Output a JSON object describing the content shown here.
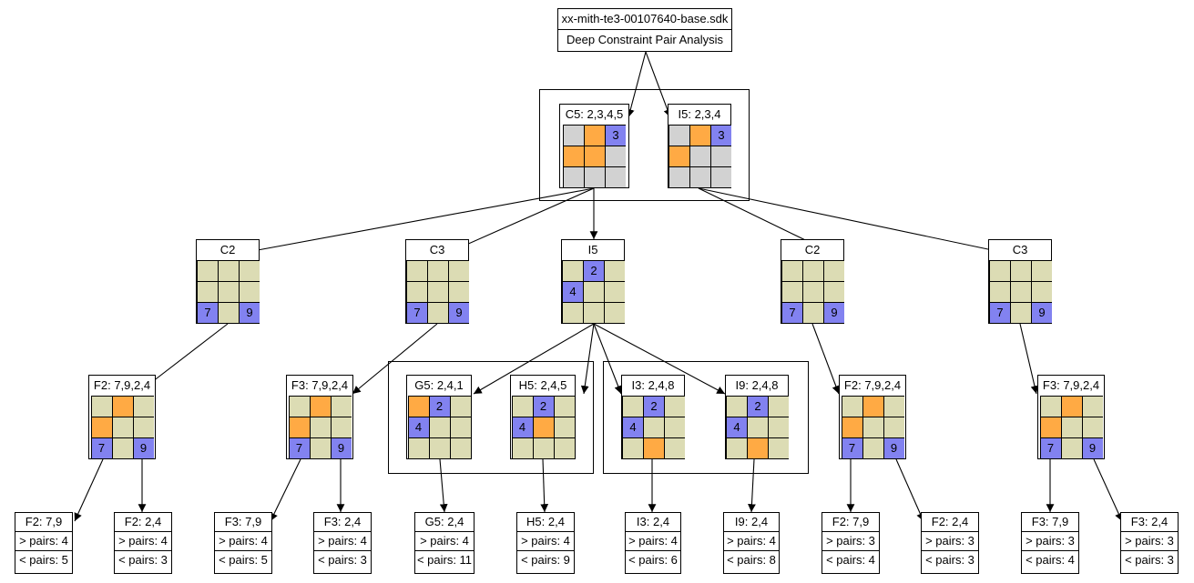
{
  "root": {
    "filename": "xx-mith-te3-00107640-base.sdk",
    "subtitle": "Deep Constraint Pair Analysis"
  },
  "colors": {
    "khaki": "#dcdcb4",
    "gray": "#d2d2d2",
    "blue": "#8282f0",
    "orange": "#ffaa44"
  },
  "level1": [
    {
      "title": "C5: 2,3,4,5",
      "cells": [
        "g",
        "o",
        "b:3",
        "o",
        "o",
        "g",
        "g",
        "g",
        "g"
      ]
    },
    {
      "title": "I5: 2,3,4",
      "cells": [
        "g",
        "o",
        "b:3",
        "o",
        "g",
        "g",
        "g",
        "g",
        "g"
      ]
    }
  ],
  "level2": [
    {
      "title": "C2",
      "cells": [
        "k",
        "k",
        "k",
        "k",
        "k",
        "k",
        "b:7",
        "k",
        "b:9"
      ]
    },
    {
      "title": "C3",
      "cells": [
        "k",
        "k",
        "k",
        "k",
        "k",
        "k",
        "b:7",
        "k",
        "b:9"
      ]
    },
    {
      "title": "I5",
      "cells": [
        "k",
        "b:2",
        "k",
        "b:4",
        "k",
        "k",
        "k",
        "k",
        "k"
      ]
    },
    {
      "title": "C2",
      "cells": [
        "k",
        "k",
        "k",
        "k",
        "k",
        "k",
        "b:7",
        "k",
        "b:9"
      ]
    },
    {
      "title": "C3",
      "cells": [
        "k",
        "k",
        "k",
        "k",
        "k",
        "k",
        "b:7",
        "k",
        "b:9"
      ]
    }
  ],
  "level3": [
    {
      "title": "F2: 7,9,2,4",
      "cells": [
        "k",
        "o",
        "k",
        "o",
        "k",
        "k",
        "b:7",
        "k",
        "b:9"
      ]
    },
    {
      "title": "F3: 7,9,2,4",
      "cells": [
        "k",
        "o",
        "k",
        "o",
        "k",
        "k",
        "b:7",
        "k",
        "b:9"
      ]
    },
    {
      "title": "G5: 2,4,1",
      "cells": [
        "o",
        "b:2",
        "k",
        "b:4",
        "k",
        "k",
        "k",
        "k",
        "k"
      ]
    },
    {
      "title": "H5: 2,4,5",
      "cells": [
        "k",
        "b:2",
        "k",
        "b:4",
        "o",
        "k",
        "k",
        "k",
        "k"
      ]
    },
    {
      "title": "I3: 2,4,8",
      "cells": [
        "k",
        "b:2",
        "k",
        "b:4",
        "k",
        "k",
        "k",
        "o",
        "k"
      ]
    },
    {
      "title": "I9: 2,4,8",
      "cells": [
        "k",
        "b:2",
        "k",
        "b:4",
        "k",
        "k",
        "k",
        "o",
        "k"
      ]
    },
    {
      "title": "F2: 7,9,2,4",
      "cells": [
        "k",
        "o",
        "k",
        "o",
        "k",
        "k",
        "b:7",
        "k",
        "b:9"
      ]
    },
    {
      "title": "F3: 7,9,2,4",
      "cells": [
        "k",
        "o",
        "k",
        "o",
        "k",
        "k",
        "b:7",
        "k",
        "b:9"
      ]
    }
  ],
  "leaves": [
    {
      "title": "F2: 7,9",
      "more": "> pairs: 4",
      "less": "< pairs: 5"
    },
    {
      "title": "F2: 2,4",
      "more": "> pairs: 4",
      "less": "< pairs: 3"
    },
    {
      "title": "F3: 7,9",
      "more": "> pairs: 4",
      "less": "< pairs: 5"
    },
    {
      "title": "F3: 2,4",
      "more": "> pairs: 4",
      "less": "< pairs: 3"
    },
    {
      "title": "G5: 2,4",
      "more": "> pairs: 4",
      "less": "< pairs: 11"
    },
    {
      "title": "H5: 2,4",
      "more": "> pairs: 4",
      "less": "< pairs: 9"
    },
    {
      "title": "I3: 2,4",
      "more": "> pairs: 4",
      "less": "< pairs: 6"
    },
    {
      "title": "I9: 2,4",
      "more": "> pairs: 4",
      "less": "< pairs: 8"
    },
    {
      "title": "F2: 7,9",
      "more": "> pairs: 3",
      "less": "< pairs: 4"
    },
    {
      "title": "F2: 2,4",
      "more": "> pairs: 3",
      "less": "< pairs: 3"
    },
    {
      "title": "F3: 7,9",
      "more": "> pairs: 3",
      "less": "< pairs: 4"
    },
    {
      "title": "F3: 2,4",
      "more": "> pairs: 3",
      "less": "< pairs: 3"
    }
  ]
}
